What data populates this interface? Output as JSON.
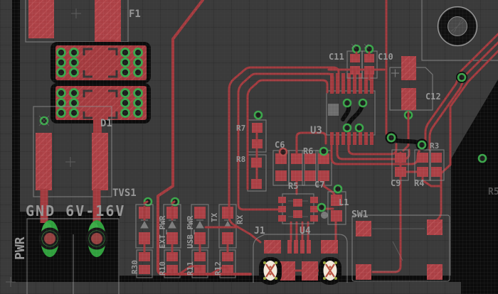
{
  "app": {
    "type": "pcb-layout-editor-canvas"
  },
  "colors": {
    "board": "#3b3b3b",
    "copper_front": "#a23a3e",
    "copper_back": "#0b0b0b",
    "silkscreen": "#8e8e8e",
    "via_green": "#3aa64a",
    "pad_green": "#2f9f3c",
    "board_cutout": "#0b0b0b"
  },
  "refs": {
    "f1": "F1",
    "d1": "D1",
    "tvs1": "TVS1",
    "r7": "R7",
    "r8": "R8",
    "c6": "C6",
    "r6": "R6",
    "r5": "R5",
    "c7": "C7",
    "u3": "U3",
    "u4": "U4",
    "c11": "C11",
    "c10": "C10",
    "c12": "C12",
    "r3": "R3",
    "c9": "C9",
    "r4": "R4",
    "l1": "L1",
    "sw1": "SW1",
    "j1": "J1",
    "r30": "R30",
    "r10": "R10",
    "r11": "R11",
    "r12": "R12",
    "r5_edge": "R5"
  },
  "nets": {
    "power_label": "GND 6V-16V",
    "connector_label": "PWR",
    "led_ext": "EXT_PWR",
    "led_usb": "USB_PWR",
    "led_tx": "TX",
    "led_rx": "RX"
  }
}
